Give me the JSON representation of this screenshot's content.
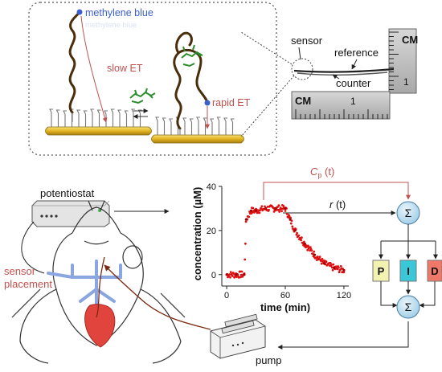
{
  "top_panel": {
    "label_methylene_blue": "methylene blue",
    "label_slow_et": "slow ET",
    "label_rapid_et": "rapid ET",
    "label_sensor": "sensor",
    "label_reference": "reference",
    "label_counter": "counter",
    "ruler_cm_top": "CM",
    "ruler_cm_bottom": "CM",
    "ruler_digit_top": "1",
    "ruler_digit_bottom": "1"
  },
  "bottom_panel": {
    "label_potentiostat": "potentiostat",
    "label_sensor_placement_line1": "sensor",
    "label_sensor_placement_line2": "placement",
    "label_pump": "pump",
    "label_cp_main": "C",
    "label_cp_sub": "p",
    "label_cp_arg": " (t)",
    "label_r": "r",
    "label_r_arg": " (t)",
    "sum_symbol": "Σ",
    "pid_p": "P",
    "pid_i": "I",
    "pid_d": "D"
  },
  "colors": {
    "red_label": "#c0504d",
    "gold_electrode": "#e0b020",
    "mb_blue": "#3a5fcd",
    "pid_p_fill": "#f3f2b0",
    "pid_i_fill": "#38c8d8",
    "pid_d_fill": "#f07868",
    "sum_fill": "#cfe6f3",
    "trace_red": "#e01010"
  },
  "chart_data": {
    "type": "scatter",
    "title": "",
    "xlabel": "time (min)",
    "ylabel": "concentration (µM)",
    "xlim": [
      -5,
      125
    ],
    "ylim": [
      -3,
      40
    ],
    "x_ticks": [
      "0",
      "60",
      "120"
    ],
    "y_ticks": [
      "0",
      "20",
      "40"
    ],
    "setpoint_value": 40,
    "series": [
      {
        "x": [
          0,
          10,
          18,
          20,
          25,
          30,
          40,
          50,
          60,
          65,
          70,
          80,
          90,
          100,
          110,
          120
        ],
        "y": [
          0,
          0,
          0,
          25,
          29,
          29,
          30,
          30,
          30,
          25,
          20,
          14,
          9,
          5,
          3,
          2
        ]
      }
    ]
  }
}
